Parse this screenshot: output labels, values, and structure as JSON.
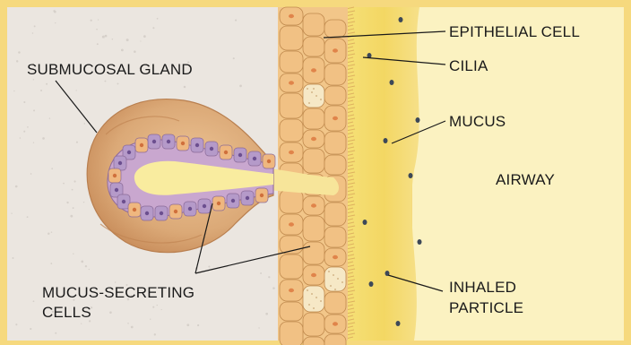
{
  "labels": {
    "epithelial_cell": "EPITHELIAL CELL",
    "cilia": "CILIA",
    "submucosal_gland": "SUBMUCOSAL GLAND",
    "mucus": "MUCUS",
    "airway": "AIRWAY",
    "mucus_secreting_line1": "MUCUS-SECRETING",
    "mucus_secreting_line2": "CELLS",
    "inhaled_line1": "INHALED",
    "inhaled_line2": "PARTICLE"
  },
  "colors": {
    "frame": "#f6d97e",
    "tissue": "#ebe6e0",
    "gland_outer": "#e0b07e",
    "gland_cells_blue": "#b59ac9",
    "gland_cells_orange": "#efb77f",
    "epithelium": "#f2c689",
    "mucus_layer": "#f3d866",
    "airway": "#fbf2c1",
    "particle": "#3d4858",
    "leader": "#1a1a1a"
  }
}
